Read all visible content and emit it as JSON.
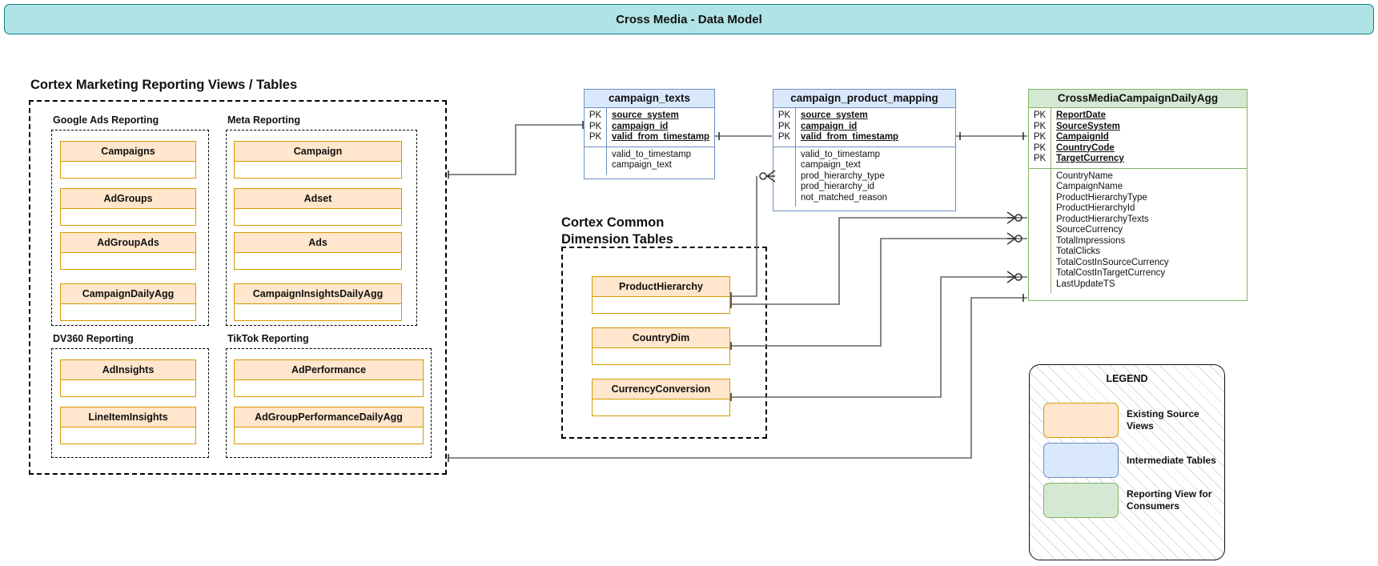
{
  "banner": {
    "title": "Cross Media - Data Model"
  },
  "sections": {
    "reporting_views": {
      "title": "Cortex Marketing Reporting Views / Tables"
    },
    "common_dims": {
      "title": "Cortex Common\nDimension Tables"
    }
  },
  "groups": [
    {
      "label": "Google Ads Reporting",
      "entities": [
        "Campaigns",
        "AdGroups",
        "AdGroupAds",
        "CampaignDailyAgg"
      ]
    },
    {
      "label": "Meta Reporting",
      "entities": [
        "Campaign",
        "Adset",
        "Ads",
        "CampaignInsightsDailyAgg"
      ]
    },
    {
      "label": "DV360 Reporting",
      "entities": [
        "AdInsights",
        "LineItemInsights"
      ]
    },
    {
      "label": "TikTok Reporting",
      "entities": [
        "AdPerformance",
        "AdGroupPerformanceDailyAgg"
      ]
    }
  ],
  "dimension_tables": [
    "ProductHierarchy",
    "CountryDim",
    "CurrencyConversion"
  ],
  "er_tables": [
    {
      "name": "campaign_texts",
      "style": "intermediate",
      "pk_marks": [
        "PK",
        "PK",
        "PK"
      ],
      "keys": [
        "source_system",
        "campaign_id",
        "valid_from_timestamp"
      ],
      "fields": [
        "valid_to_timestamp",
        "campaign_text"
      ]
    },
    {
      "name": "campaign_product_mapping",
      "style": "intermediate",
      "pk_marks": [
        "PK",
        "PK",
        "PK"
      ],
      "keys": [
        "source_system",
        "campaign_id",
        "valid_from_timestamp"
      ],
      "fields": [
        "valid_to_timestamp",
        "campaign_text",
        "prod_hierarchy_type",
        "prod_hierarchy_id",
        "not_matched_reason"
      ]
    },
    {
      "name": "CrossMediaCampaignDailyAgg",
      "style": "reporting",
      "pk_marks": [
        "PK",
        "PK",
        "PK",
        "PK",
        "PK"
      ],
      "keys": [
        "ReportDate",
        "SourceSystem",
        "CampaignId",
        "CountryCode",
        "TargetCurrency"
      ],
      "fields": [
        "CountryName",
        "CampaignName",
        "ProductHierarchyType",
        "ProductHierarchyId",
        "ProductHierarchyTexts",
        "SourceCurrency",
        "TotalImpressions",
        "TotalClicks",
        "TotalCostInSourceCurrency",
        "TotalCostInTargetCurrency",
        "LastUpdateTS"
      ]
    }
  ],
  "legend": {
    "title": "LEGEND",
    "items": [
      {
        "swatch": "orange",
        "label": "Existing Source Views"
      },
      {
        "swatch": "blue",
        "label": "Intermediate Tables"
      },
      {
        "swatch": "green",
        "label": "Reporting View for Consumers"
      }
    ]
  },
  "colors": {
    "banner_fill": "#b0e3e6",
    "banner_stroke": "#0e8088",
    "source_fill": "#ffe6cc",
    "source_stroke": "#d79b00",
    "intermediate_fill": "#dae8fc",
    "intermediate_stroke": "#6c8ebf",
    "reporting_fill": "#d5e8d4",
    "reporting_stroke": "#82b366"
  }
}
